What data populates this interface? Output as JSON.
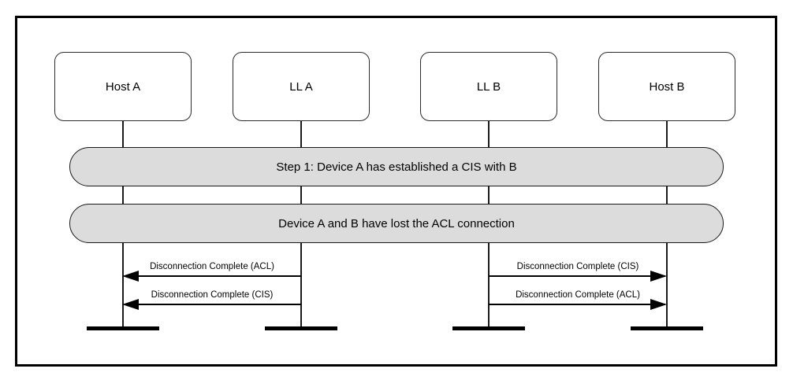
{
  "diagram": {
    "type": "sequence-diagram",
    "entities": [
      {
        "label": "Host A"
      },
      {
        "label": "LL A"
      },
      {
        "label": "LL B"
      },
      {
        "label": "Host B"
      }
    ],
    "banners": [
      {
        "text": "Step 1: Device A has established a CIS with B"
      },
      {
        "text": "Device A and B have lost the ACL connection"
      }
    ],
    "messages": [
      {
        "label": "Disconnection Complete (ACL)",
        "from": "LL A",
        "to": "Host A",
        "direction": "left"
      },
      {
        "label": "Disconnection Complete (CIS)",
        "from": "LL A",
        "to": "Host A",
        "direction": "left"
      },
      {
        "label": "Disconnection Complete (CIS)",
        "from": "LL B",
        "to": "Host B",
        "direction": "right"
      },
      {
        "label": "Disconnection Complete (ACL)",
        "from": "LL B",
        "to": "Host B",
        "direction": "right"
      }
    ],
    "colors": {
      "banner_fill": "#dcdcdc",
      "line": "#000000",
      "box_fill": "#ffffff"
    }
  }
}
